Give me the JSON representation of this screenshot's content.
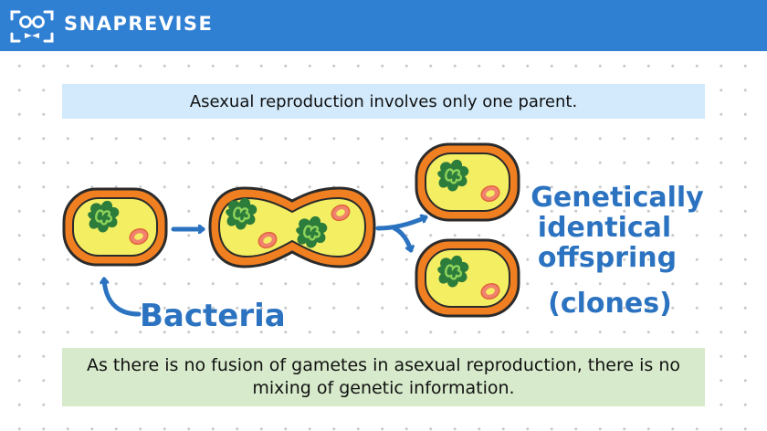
{
  "brand": {
    "name": "SNAPREVISE",
    "logo_icon": "robot-face-icon"
  },
  "top_banner": {
    "text": "Asexual reproduction involves only one parent."
  },
  "diagram": {
    "label_bacteria": "Bacteria",
    "offspring_lines": [
      "Genetically",
      "identical",
      "offspring",
      "(clones)"
    ]
  },
  "bottom_banner": {
    "text": "As there is no fusion of gametes in asexual reproduction, there is no mixing of genetic information."
  },
  "colors": {
    "header": "#2f7fd3",
    "cell_wall": "#f07f21",
    "cytoplasm": "#f4ee62",
    "dna": "#2c7c3c",
    "plasmid": "#f0826e",
    "ink": "#2b73c0",
    "top_banner": "#d2eafb",
    "bottom_banner": "#d7eacb"
  }
}
